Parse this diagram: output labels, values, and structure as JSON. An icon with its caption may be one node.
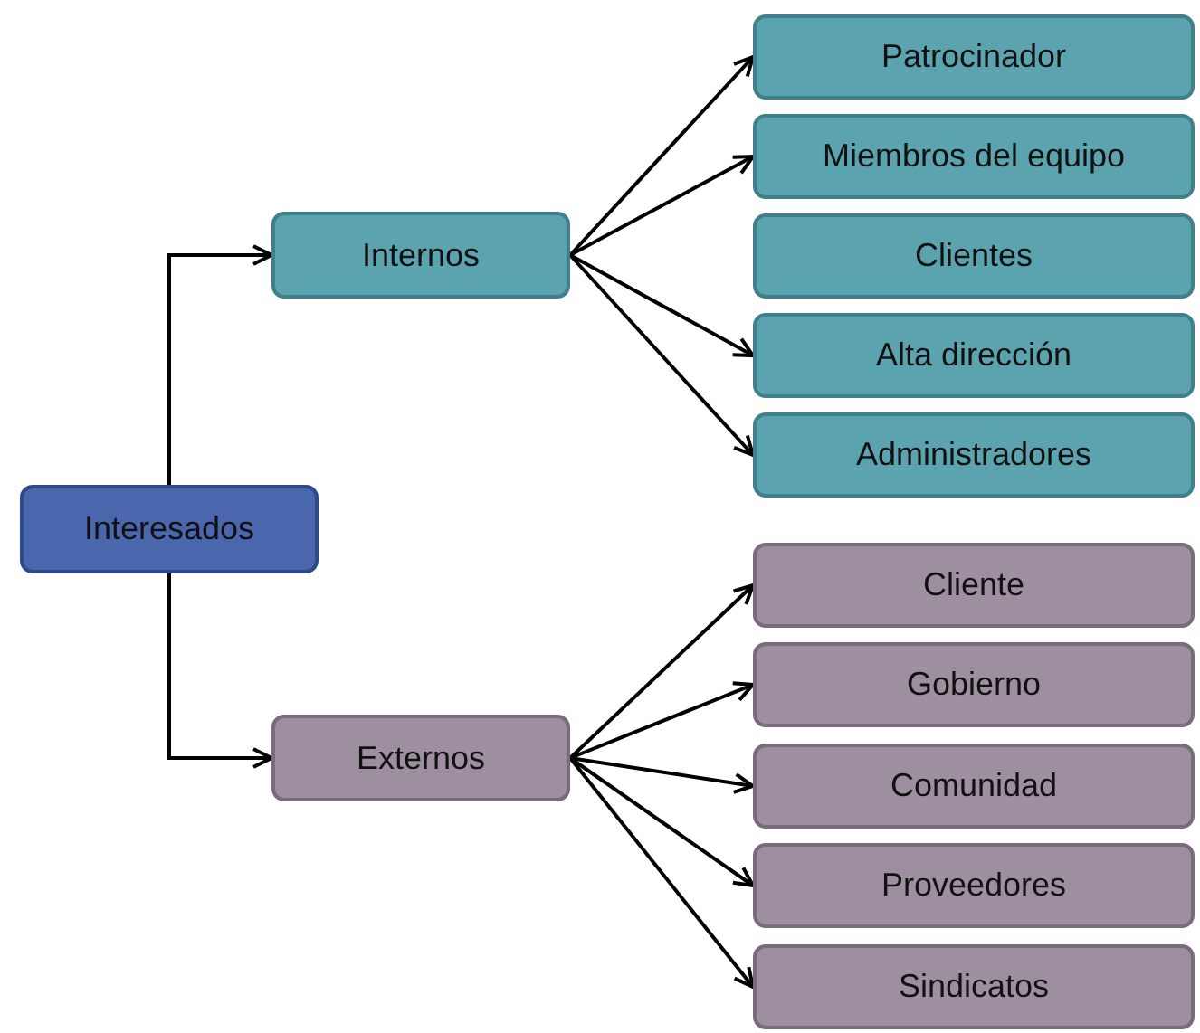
{
  "diagram": {
    "nodes": [
      {
        "text": [
          "Interesados"
        ]
      },
      {
        "text": [
          "Internos"
        ]
      },
      {
        "text": [
          "Patrocinador"
        ]
      },
      {
        "text": [
          "Miembros del equipo"
        ]
      },
      {
        "text": [
          "Clientes"
        ]
      },
      {
        "text": [
          "Alta dirección"
        ]
      },
      {
        "text": [
          "Administradores"
        ]
      },
      {
        "text": [
          "Externos"
        ]
      },
      {
        "text": [
          "Cliente"
        ]
      },
      {
        "text": [
          "Gobierno"
        ]
      },
      {
        "text": [
          "Comunidad"
        ]
      },
      {
        "text": [
          "Proveedores"
        ]
      },
      {
        "text": [
          "Sindicatos"
        ]
      }
    ],
    "edges": [
      {
        "from": 0,
        "to": 1,
        "arrow": "to"
      },
      {
        "from": 0,
        "to": 7,
        "arrow": "to"
      },
      {
        "from": 1,
        "to": 2,
        "arrow": "to"
      },
      {
        "from": 1,
        "to": 3,
        "arrow": "to"
      },
      {
        "from": 1,
        "to": 5,
        "arrow": "to"
      },
      {
        "from": 1,
        "to": 6,
        "arrow": "to"
      },
      {
        "from": 7,
        "to": 8,
        "arrow": "to"
      },
      {
        "from": 7,
        "to": 9,
        "arrow": "to"
      },
      {
        "from": 7,
        "to": 10,
        "arrow": "to"
      },
      {
        "from": 7,
        "to": 11,
        "arrow": "to"
      },
      {
        "from": 7,
        "to": 12,
        "arrow": "to"
      }
    ]
  }
}
